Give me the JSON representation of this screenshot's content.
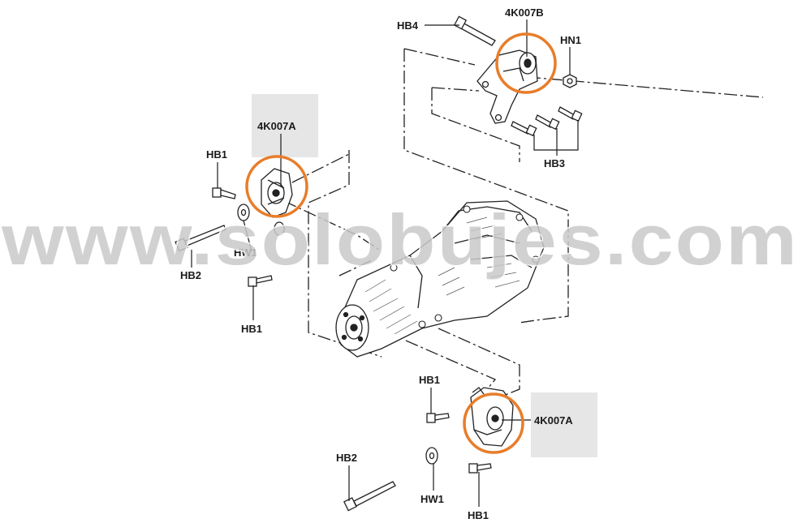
{
  "labels": {
    "hb4": "HB4",
    "part_4k007b": "4K007B",
    "hn1": "HN1",
    "hb3": "HB3",
    "part_4k007a_top": "4K007A",
    "hb1_left_top": "HB1",
    "hb2_left": "HB2",
    "hw1_left": "HW1",
    "hb1_left_bottom": "HB1",
    "hb1_lower_top": "HB1",
    "part_4k007a_bottom": "4K007A",
    "hb2_lower": "HB2",
    "hw1_lower": "HW1",
    "hb1_lower_bottom": "HB1"
  },
  "watermark": "www.solobujes.com",
  "colors": {
    "highlight_circle": "#e87d2a",
    "label_box": "#e6e6e6",
    "line": "#222222",
    "watermark": "#c9c9c9"
  }
}
